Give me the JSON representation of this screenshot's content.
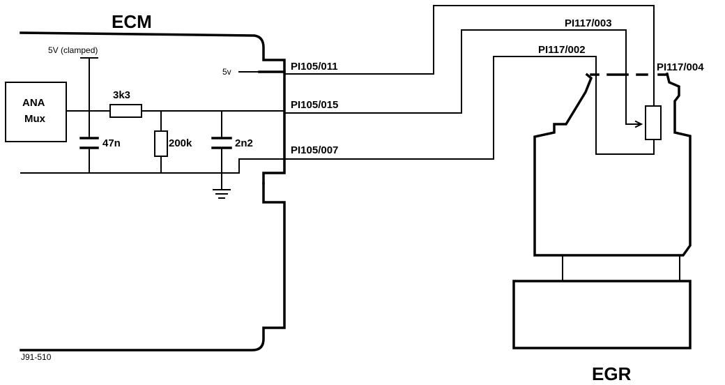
{
  "titles": {
    "ecm": "ECM",
    "egr": "EGR"
  },
  "supply": {
    "label": "5V (clamped)",
    "ecm_feed": "5v"
  },
  "mux": {
    "line1": "ANA",
    "line2": "Mux"
  },
  "components": {
    "resistor_series": "3k3",
    "cap_input": "47n",
    "resistor_pulldown": "200k",
    "cap_filter": "2n2"
  },
  "pins": {
    "ecm_supply": "PI105/011",
    "ecm_signal": "PI105/015",
    "ecm_ground": "PI105/007",
    "egr_signal": "PI117/003",
    "egr_ground": "PI117/002",
    "egr_supply": "PI117/004"
  },
  "figure_ref": "J91-510"
}
